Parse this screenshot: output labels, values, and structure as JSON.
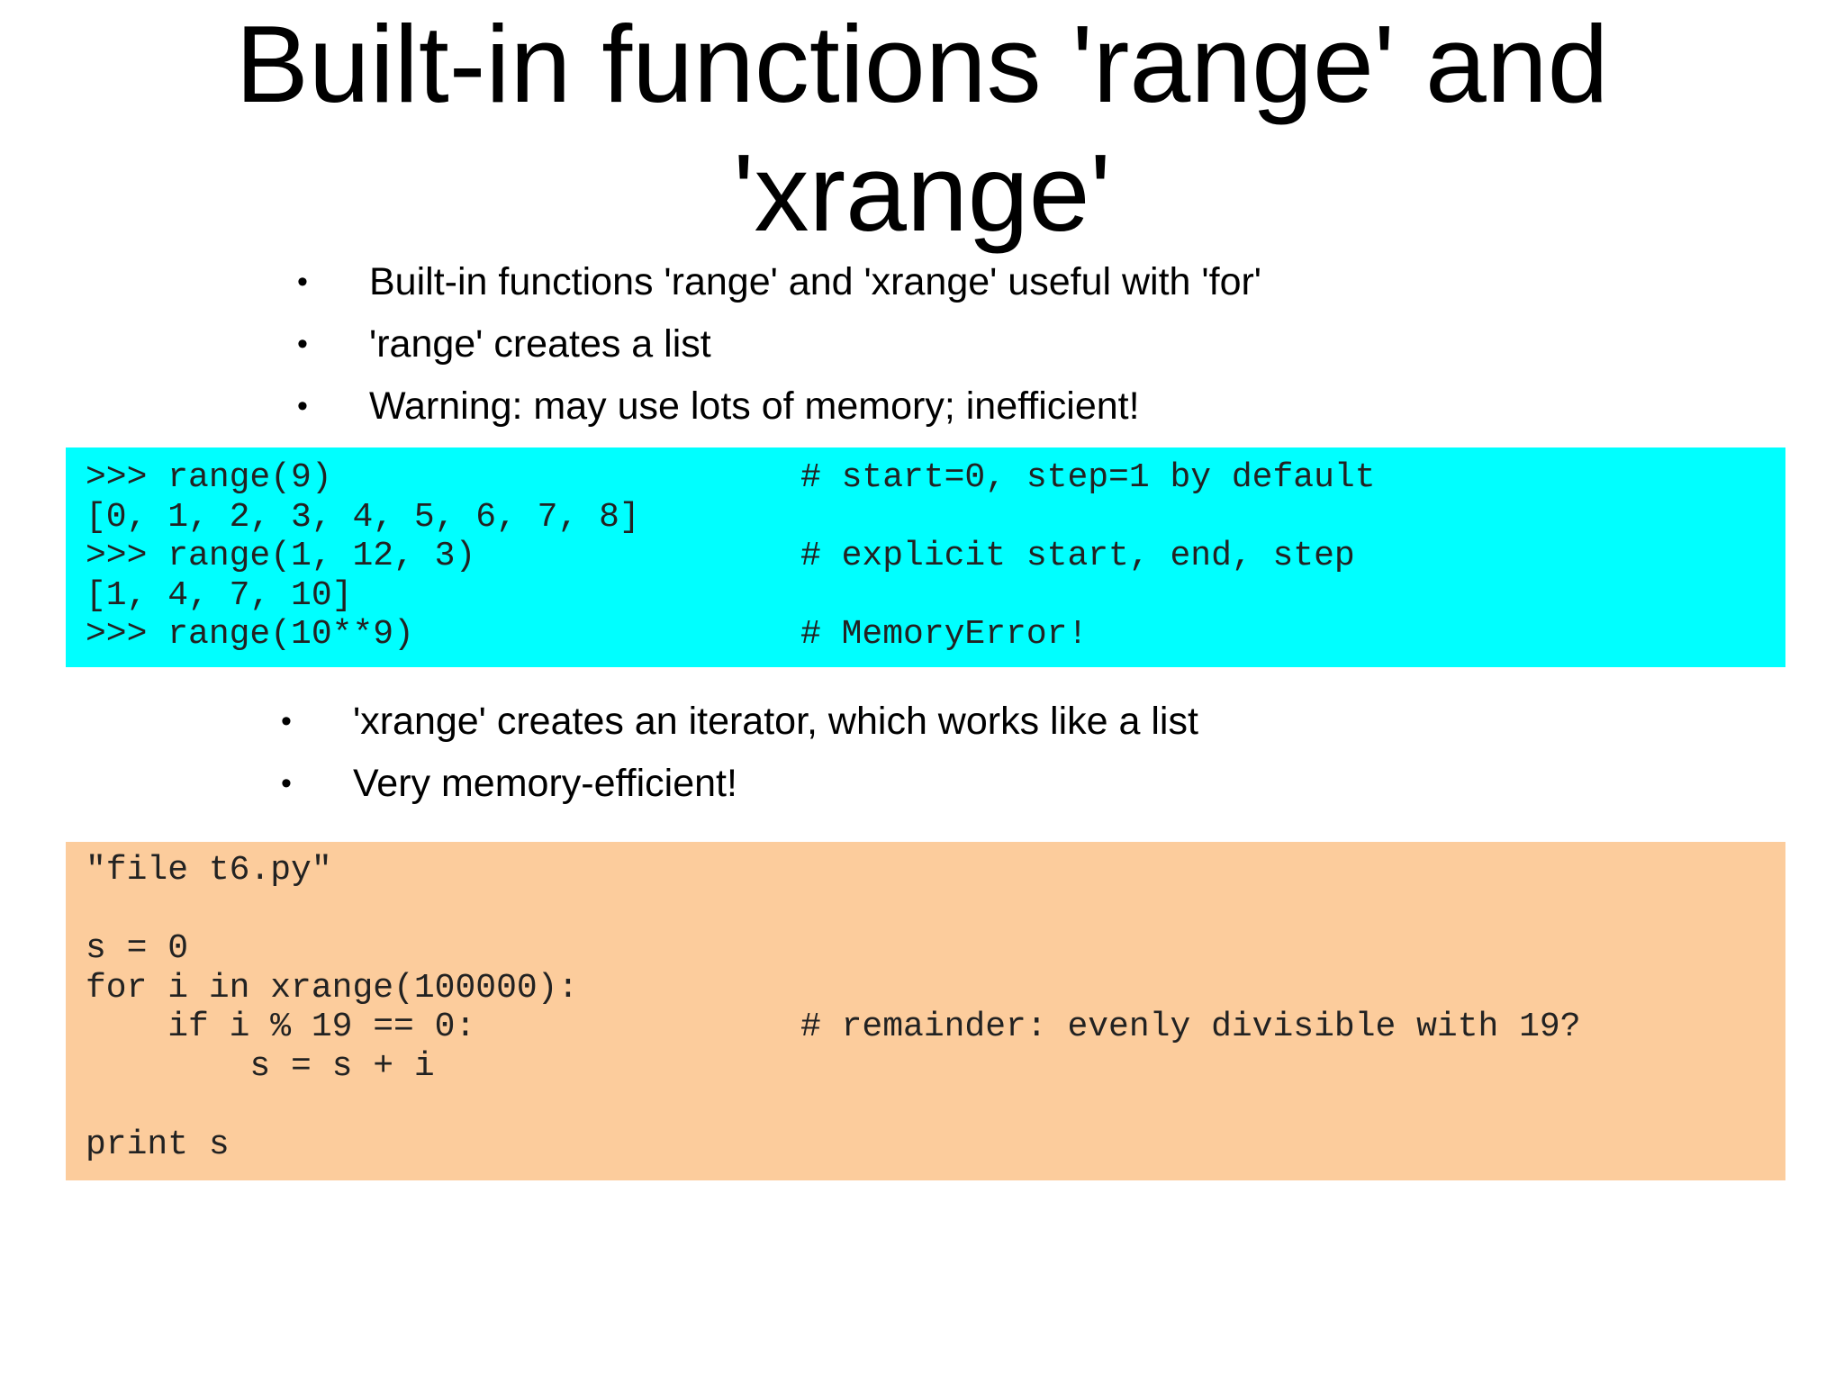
{
  "title": {
    "line1": "Built-in functions 'range' and",
    "line2": "'xrange'"
  },
  "bullets_top": [
    "Built-in functions 'range' and 'xrange' useful with 'for'",
    "'range' creates a list",
    "Warning: may use lots of memory; inefficient!"
  ],
  "code_range": [
    {
      "code": ">>> range(9)",
      "comment": "# start=0, step=1 by default"
    },
    {
      "code": "[0, 1, 2, 3, 4, 5, 6, 7, 8]",
      "comment": ""
    },
    {
      "code": ">>> range(1, 12, 3)",
      "comment": "# explicit start, end, step"
    },
    {
      "code": "[1, 4, 7, 10]",
      "comment": ""
    },
    {
      "code": ">>> range(10**9)",
      "comment": "# MemoryError!"
    }
  ],
  "bullets_bottom": [
    "'xrange' creates an iterator, which works like a list",
    "Very memory-efficient!"
  ],
  "code_xrange": [
    {
      "code": "\"file t6.py\"",
      "comment": ""
    },
    {
      "code": "",
      "comment": ""
    },
    {
      "code": "s = 0",
      "comment": ""
    },
    {
      "code": "for i in xrange(100000):",
      "comment": ""
    },
    {
      "code": "    if i % 19 == 0:",
      "comment": "# remainder: evenly divisible with 19?"
    },
    {
      "code": "        s = s + i",
      "comment": ""
    },
    {
      "code": "",
      "comment": ""
    },
    {
      "code": "print s",
      "comment": ""
    }
  ],
  "bullet_symbol": "•",
  "colors": {
    "range_box_background": "#00ffff",
    "xrange_box_background": "#fccc9c"
  }
}
